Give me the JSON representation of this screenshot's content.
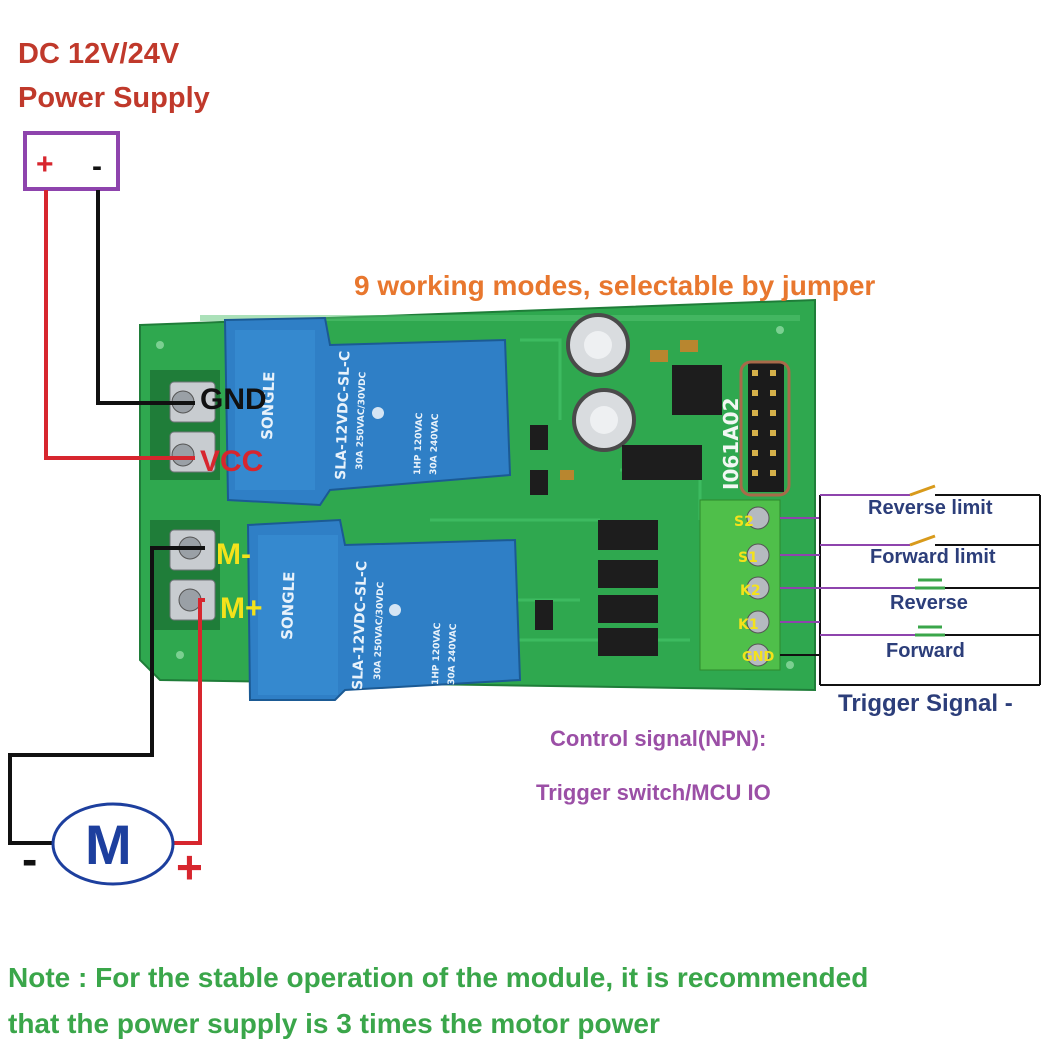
{
  "power": {
    "title_line1": "DC 12V/24V",
    "title_line2": "Power Supply",
    "plus": "+",
    "minus": "-"
  },
  "modes_caption": "9 working modes, selectable by jumper",
  "board_terminals": {
    "gnd": "GND",
    "vcc": "VCC",
    "m_minus": "M-",
    "m_plus": "M+"
  },
  "relays": [
    {
      "brand": "SONGLE",
      "model": "SLA-12VDC-SL-C",
      "rating1": "30A 250VAC/30VDC",
      "rating2": "1HP 120VAC",
      "rating3": "30A 240VAC"
    },
    {
      "brand": "SONGLE",
      "model": "SLA-12VDC-SL-C",
      "rating1": "30A 250VAC/30VDC",
      "rating2": "1HP 120VAC",
      "rating3": "30A 240VAC"
    }
  ],
  "board_id": "I061A02",
  "signal_terminals": [
    "S2",
    "S1",
    "K2",
    "K1",
    "GND"
  ],
  "switches": [
    {
      "label": "Reverse limit"
    },
    {
      "label": "Forward limit"
    },
    {
      "label": "Reverse"
    },
    {
      "label": "Forward"
    }
  ],
  "trigger_signal": "Trigger Signal -",
  "control_signal_line1": "Control signal(NPN):",
  "control_signal_line2": "Trigger switch/MCU IO",
  "motor": {
    "symbol": "M",
    "minus": "-",
    "plus": "+"
  },
  "note_line1": "Note : For the stable operation of the module, it is recommended",
  "note_line2": "that the power supply is 3 times the motor power",
  "colors": {
    "red_title": "#c0392b",
    "orange_caption": "#e8772e",
    "wire_red": "#d7262e",
    "wire_black": "#111111",
    "purple_box": "#8e44ad",
    "purple_text": "#9b4fa6",
    "navy_text": "#2c3e7a",
    "note_green": "#3aa64a",
    "pcb_green": "#2fa84f",
    "relay_blue": "#2f7fc6",
    "terminal_green": "#4fbf4a",
    "motor_blue": "#1d3f9e"
  }
}
